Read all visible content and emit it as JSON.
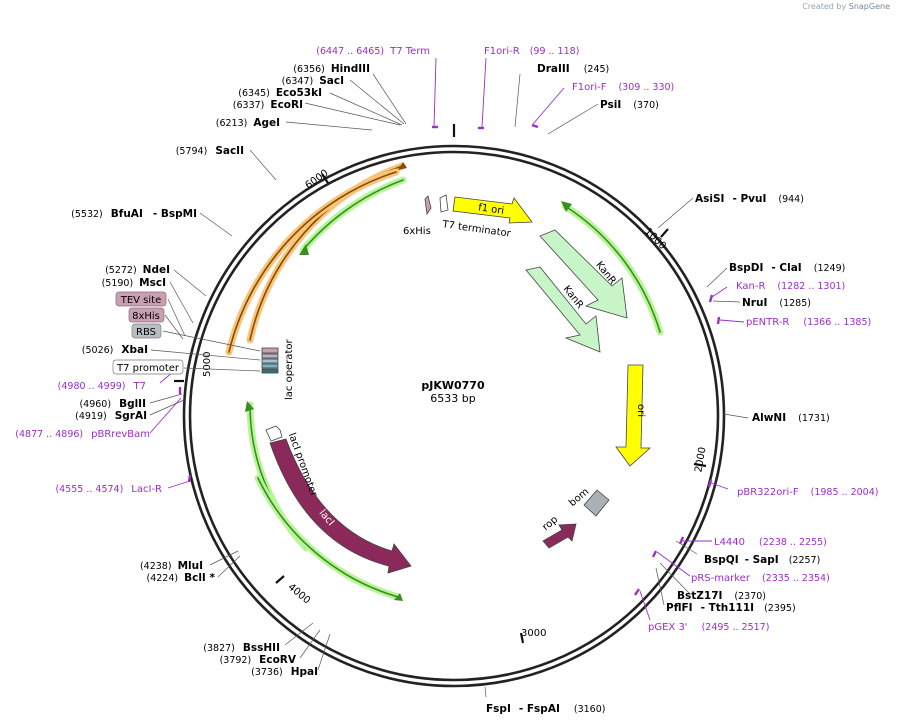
{
  "credit": {
    "prefix": "Created by",
    "brand": "SnapGene"
  },
  "plasmid": {
    "name": "pJKW0770",
    "size": "6533 bp"
  },
  "ticks": [
    "1000",
    "2000",
    "3000",
    "4000",
    "5000",
    "6000"
  ],
  "features": {
    "f1_ori": "f1 ori",
    "kanr_outer": "KanR",
    "kanr_inner": "KanR",
    "ori": "ori",
    "bom": "bom",
    "rop": "rop",
    "laci": "lacI",
    "laci_promoter": "lacI promoter",
    "lac_operator": "lac operator",
    "his6": "6xHis",
    "t7_terminator": "T7 terminator"
  },
  "sites": {
    "t7term": {
      "name": "T7 Term",
      "coord": "(6447 .. 6465)"
    },
    "f1orir": {
      "name": "F1ori-R",
      "coord": "(99 .. 118)"
    },
    "hindiii": {
      "name": "HindIII",
      "coord": "(6356)"
    },
    "saci": {
      "name": "SacI",
      "coord": "(6347)"
    },
    "eco53ki": {
      "name": "Eco53kI",
      "coord": "(6345)"
    },
    "ecori": {
      "name": "EcoRI",
      "coord": "(6337)"
    },
    "agei": {
      "name": "AgeI",
      "coord": "(6213)"
    },
    "draiii": {
      "name": "DraIII",
      "coord": "(245)"
    },
    "f1orif": {
      "name": "F1ori-F",
      "coord": "(309 .. 330)"
    },
    "psii": {
      "name": "PsiI",
      "coord": "(370)"
    },
    "sacii": {
      "name": "SacII",
      "coord": "(5794)"
    },
    "asisi": {
      "name": "AsiSI",
      "name2": "PvuI",
      "coord": "(944)"
    },
    "bfuai": {
      "name": "BfuAI",
      "name2": "BspMI",
      "coord": "(5532)"
    },
    "bspdi": {
      "name": "BspDI",
      "name2": "ClaI",
      "coord": "(1249)"
    },
    "kanr": {
      "name": "Kan-R",
      "coord": "(1282 .. 1301)"
    },
    "nrui": {
      "name": "NruI",
      "coord": "(1285)"
    },
    "pentrr": {
      "name": "pENTR-R",
      "coord": "(1366 .. 1385)"
    },
    "ndei": {
      "name": "NdeI",
      "coord": "(5272)"
    },
    "msci": {
      "name": "MscI",
      "coord": "(5190)"
    },
    "tev": {
      "name": "TEV site"
    },
    "his8": {
      "name": "8xHis"
    },
    "rbs": {
      "name": "RBS"
    },
    "xbai": {
      "name": "XbaI",
      "coord": "(5026)"
    },
    "t7promoter": {
      "name": "T7 promoter"
    },
    "t7": {
      "name": "T7",
      "coord": "(4980 .. 4999)"
    },
    "bglii": {
      "name": "BglII",
      "coord": "(4960)"
    },
    "sgrai": {
      "name": "SgrAI",
      "coord": "(4919)"
    },
    "pbrrevbam": {
      "name": "pBRrevBam",
      "coord": "(4877 .. 4896)"
    },
    "alwni": {
      "name": "AlwNI",
      "coord": "(1731)"
    },
    "pbr322orif": {
      "name": "pBR322ori-F",
      "coord": "(1985 .. 2004)"
    },
    "lacir": {
      "name": "LacI-R",
      "coord": "(4555 .. 4574)"
    },
    "l4440": {
      "name": "L4440",
      "coord": "(2238 .. 2255)"
    },
    "bspqi": {
      "name": "BspQI",
      "name2": "SapI",
      "coord": "(2257)"
    },
    "prsmarker": {
      "name": "pRS-marker",
      "coord": "(2335 .. 2354)"
    },
    "mlui": {
      "name": "MluI",
      "coord": "(4238)"
    },
    "bcli": {
      "name": "BclI *",
      "coord": "(4224)"
    },
    "bstz17i": {
      "name": "BstZ17I",
      "coord": "(2370)"
    },
    "pflfi": {
      "name": "PflFI",
      "name2": "Tth111I",
      "coord": "(2395)"
    },
    "pgex3": {
      "name": "pGEX 3'",
      "coord": "(2495 .. 2517)"
    },
    "bsshii": {
      "name": "BssHII",
      "coord": "(3827)"
    },
    "ecorv": {
      "name": "EcoRV",
      "coord": "(3792)"
    },
    "hpai": {
      "name": "HpaI",
      "coord": "(3736)"
    },
    "fspi": {
      "name": "FspI",
      "name2": "FspAI",
      "coord": "(3160)"
    }
  }
}
